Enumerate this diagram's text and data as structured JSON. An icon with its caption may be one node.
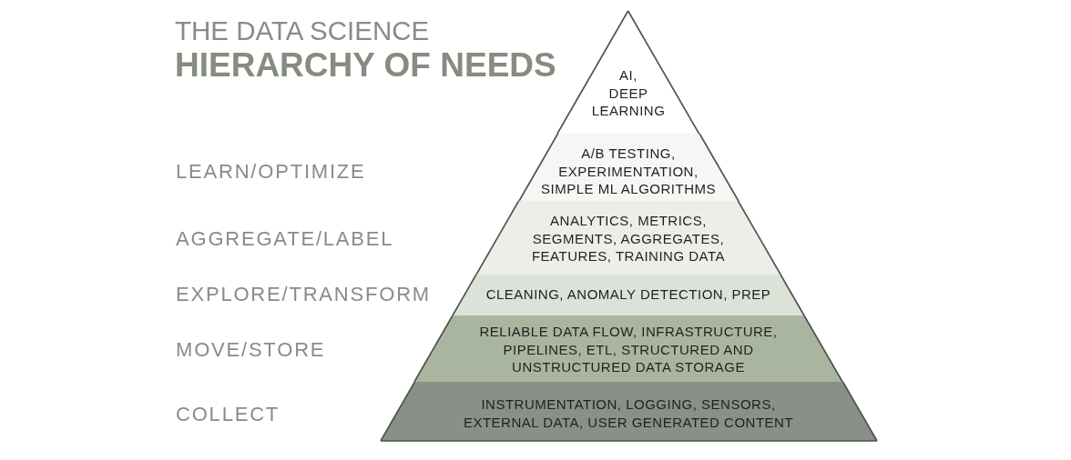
{
  "diagram": {
    "title": "THE DATA SCIENCE **HIERARCHY OF NEEDS**",
    "nodes": [
      {
        "text": [
          "AI, DEEP LEARNING"
        ]
      },
      {
        "text": [
          "A/B TESTING, EXPERIMENTATION, SIMPLE ML ALGORITHMS"
        ]
      },
      {
        "text": [
          "ANALYTICS, METRICS, SEGMENTS, AGGREGATES, FEATURES, TRAINING DATA"
        ]
      },
      {
        "text": [
          "CLEANING, ANOMALY DETECTION, PREP"
        ]
      },
      {
        "text": [
          "RELIABLE DATA FLOW, INFRASTRUCTURE, PIPELINES, ETL, STRUCTURED AND UNSTRUCTURED DATA STORAGE"
        ]
      },
      {
        "text": [
          "INSTRUMENTATION, LOGGING, SENSORS, EXTERNAL DATA, USER GENERATED CONTENT"
        ]
      }
    ],
    "labels": [
      "LEARN/OPTIMIZE",
      "AGGREGATE/LABEL",
      "EXPLORE/TRANSFORM",
      "MOVE/STORE",
      "COLLECT"
    ]
  }
}
